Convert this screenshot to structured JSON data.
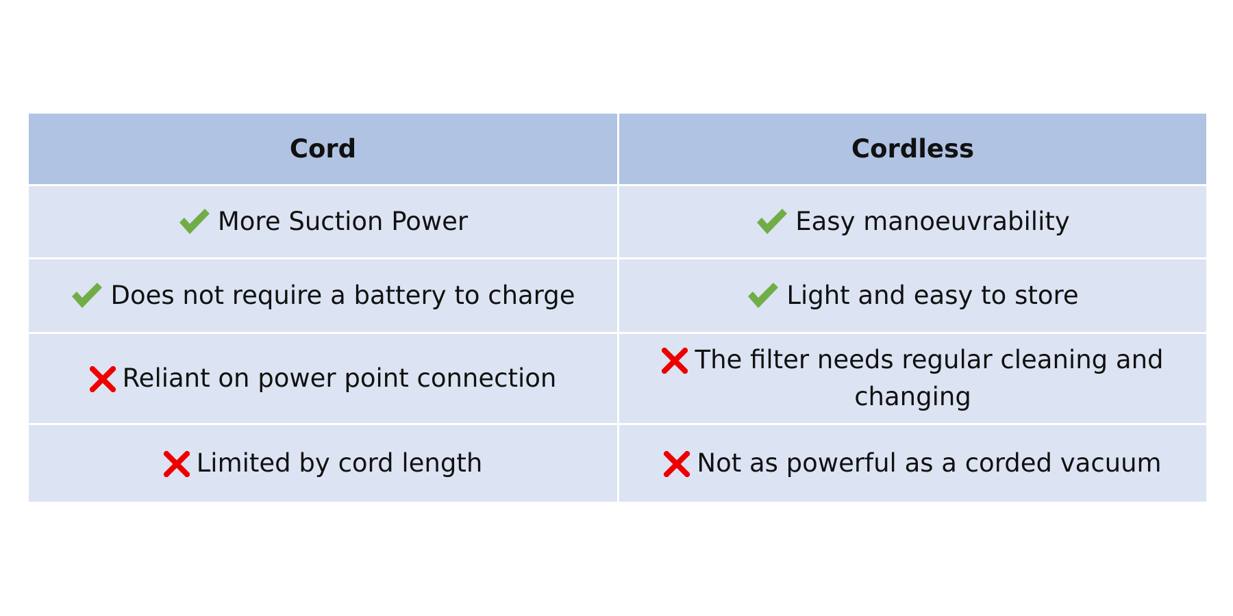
{
  "colors": {
    "header_bg": "#b0c3e3",
    "row_bg": "#dce3f2",
    "check": "#70ad47",
    "cross": "#ee0000"
  },
  "table": {
    "headers": [
      "Cord",
      "Cordless"
    ],
    "rows": [
      [
        {
          "icon": "check-icon",
          "text": "More Suction Power"
        },
        {
          "icon": "check-icon",
          "text": "Easy manoeuvrability"
        }
      ],
      [
        {
          "icon": "check-icon",
          "text": "Does not require a battery to charge"
        },
        {
          "icon": "check-icon",
          "text": "Light and easy to store"
        }
      ],
      [
        {
          "icon": "cross-icon",
          "text": "Reliant on power point connection"
        },
        {
          "icon": "cross-icon",
          "text": "The filter needs regular cleaning and changing"
        }
      ],
      [
        {
          "icon": "cross-icon",
          "text": "Limited by cord length"
        },
        {
          "icon": "cross-icon",
          "text": "Not as powerful as a corded vacuum"
        }
      ]
    ]
  }
}
